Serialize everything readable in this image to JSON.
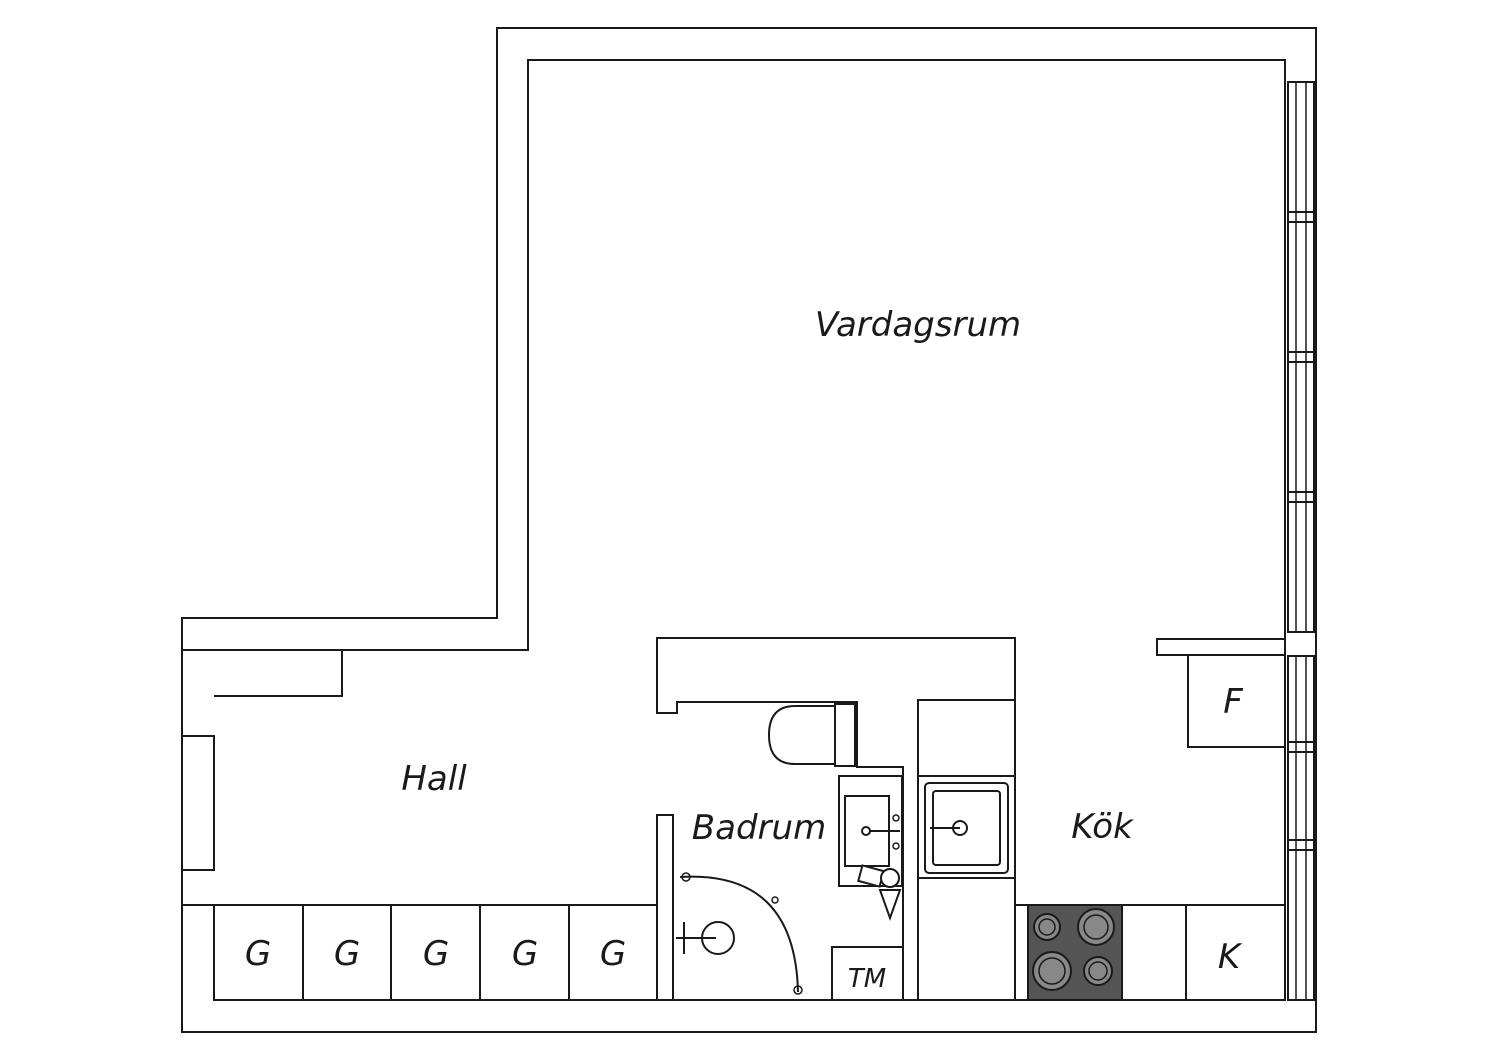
{
  "rooms": {
    "living": "Vardagsrum",
    "hall": "Hall",
    "bathroom": "Badrum",
    "kitchen": "Kök"
  },
  "fixtures": {
    "wardrobes": [
      "G",
      "G",
      "G",
      "G",
      "G"
    ],
    "fridge": "F",
    "freezer": "K",
    "washer": "TM"
  },
  "colors": {
    "line": "#1a1a1a",
    "background": "#ffffff",
    "stove_top": "#555555"
  }
}
